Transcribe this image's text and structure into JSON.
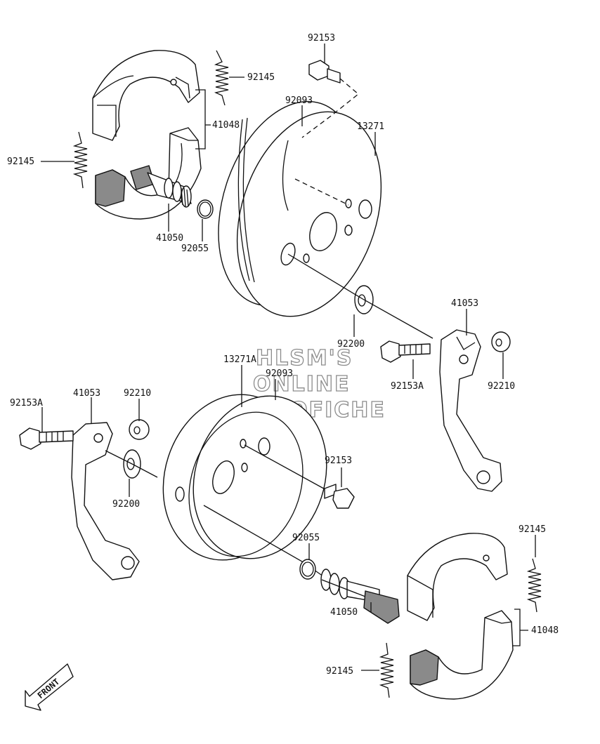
{
  "watermark": [
    "HLSM'S",
    "ONLINE",
    "MICROFICHE"
  ],
  "front_arrow": "FRONT",
  "labels": {
    "l92153_top": "92153",
    "l92145_a": "92145",
    "l41048_a": "41048",
    "l92145_b": "92145",
    "l41050_a": "41050",
    "l92055_a": "92055",
    "l92093_a": "92093",
    "l13271": "13271",
    "l41053_r": "41053",
    "l92200_r": "92200",
    "l92153A_r": "92153A",
    "l92210_r": "92210",
    "l13271A": "13271A",
    "l92093_b": "92093",
    "l92153A_l": "92153A",
    "l41053_l": "41053",
    "l92210_l": "92210",
    "l92200_l": "92200",
    "l92153_mid": "92153",
    "l92055_b": "92055",
    "l41050_b": "41050",
    "l92145_c": "92145",
    "l41048_b": "41048",
    "l92145_d": "92145"
  }
}
